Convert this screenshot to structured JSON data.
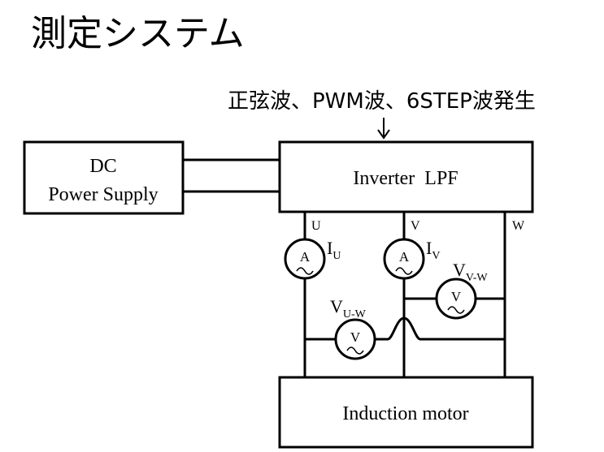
{
  "title": "測定システム",
  "subtitle": "正弦波、PWM波、6STEP波発生",
  "blocks": {
    "dc_supply": [
      "DC",
      "Power Supply"
    ],
    "inverter": "Inverter  LPF",
    "motor": "Induction motor"
  },
  "phases": {
    "u": "U",
    "v": "V",
    "w": "W"
  },
  "meters": {
    "ammeter_symbol": "A",
    "voltmeter_symbol": "V",
    "i_u": {
      "main": "I",
      "sub": "U"
    },
    "i_v": {
      "main": "I",
      "sub": "V"
    },
    "v_uw": {
      "main": "V",
      "sub": "U-W"
    },
    "v_vw": {
      "main": "V",
      "sub": "V-W"
    }
  },
  "colors": {
    "line": "#000000",
    "background": "#ffffff"
  }
}
